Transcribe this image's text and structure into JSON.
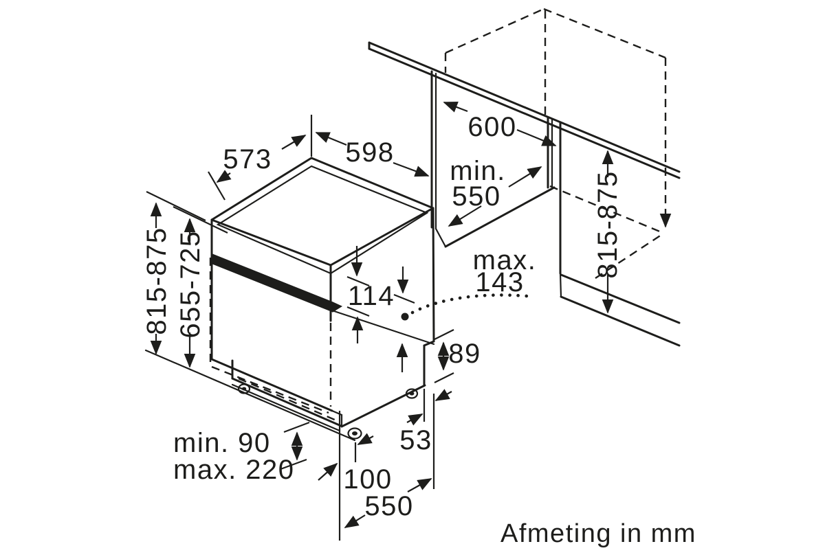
{
  "colors": {
    "line": "#1d1d1b",
    "background": "#ffffff"
  },
  "diagram": {
    "caption": "Afmeting in mm",
    "labels": {
      "top_width": "573",
      "top_depth": "598",
      "niche_width": "600",
      "niche_depth_min": "min.",
      "niche_depth_value": "550",
      "height_right": "815-875",
      "height_left_outer": "815-875",
      "height_left_inner": "655-725",
      "control_panel_height": "114",
      "door_overlap_max_label": "max.",
      "door_overlap_max_value": "143",
      "rear_base_height": "89",
      "foot_inset_side": "53",
      "foot_inset_front": "100",
      "base_depth": "550",
      "plinth_min": "min. 90",
      "plinth_max": "max. 220"
    }
  }
}
